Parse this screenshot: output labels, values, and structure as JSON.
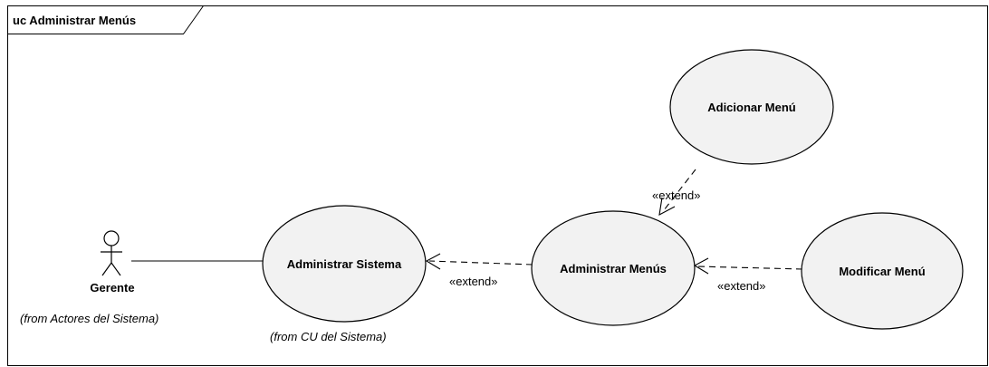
{
  "frame": {
    "title": "uc Administrar Menús"
  },
  "actor": {
    "name": "Gerente",
    "from": "(from Actores del Sistema)"
  },
  "use_cases": {
    "administrar_sistema": {
      "label": "Administrar Sistema",
      "from": "(from CU del Sistema)"
    },
    "administrar_menus": {
      "label": "Administrar Menús"
    },
    "adicionar_menu": {
      "label": "Adicionar Menú"
    },
    "modificar_menu": {
      "label": "Modificar Menú"
    }
  },
  "relations": {
    "extend_sistema": "«extend»",
    "extend_adicionar": "«extend»",
    "extend_modificar": "«extend»"
  },
  "colors": {
    "use_case_fill": "#f2f2f2",
    "stroke": "#000000",
    "background": "#ffffff"
  }
}
